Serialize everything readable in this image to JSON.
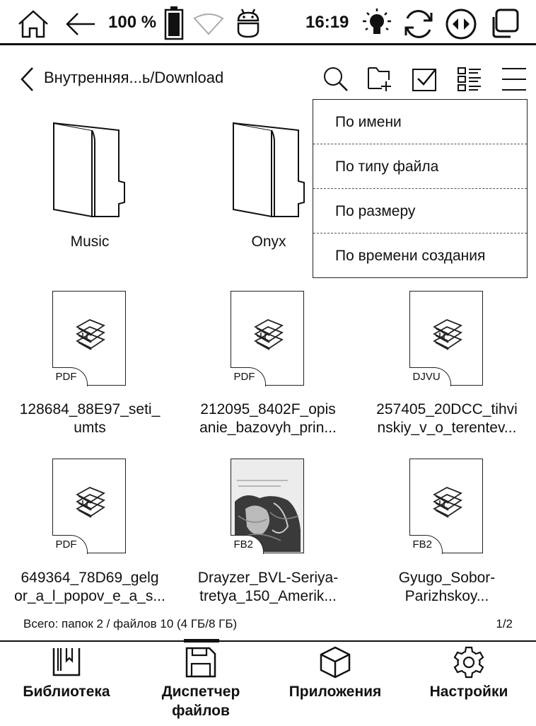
{
  "status_bar": {
    "battery_percent": "100 %",
    "time": "16:19",
    "icons": [
      "home-icon",
      "back-arrow-icon",
      "battery-icon",
      "wifi-icon",
      "android-icon",
      "frontlight-icon",
      "refresh-icon",
      "navigation-icon",
      "multitask-icon"
    ]
  },
  "header": {
    "back_icon": "chevron-left-icon",
    "path": "Внутренняя...ь/Download",
    "toolbar_icons": [
      "search-icon",
      "new-folder-icon",
      "select-icon",
      "view-mode-icon",
      "sort-menu-icon"
    ]
  },
  "sort_menu": {
    "items": [
      "По имени",
      "По типу файла",
      "По размеру",
      "По времени создания"
    ]
  },
  "folders": [
    {
      "name": "Music"
    },
    {
      "name": "Onyx"
    }
  ],
  "files": [
    {
      "line1": "128684_88E97_seti_",
      "line2": "umts",
      "type": "PDF",
      "thumb": "books-icon"
    },
    {
      "line1": "212095_8402F_opis",
      "line2": "anie_bazovyh_prin...",
      "type": "PDF",
      "thumb": "books-icon"
    },
    {
      "line1": "257405_20DCC_tihvi",
      "line2": "nskiy_v_o_terentev...",
      "type": "DJVU",
      "thumb": "books-icon"
    },
    {
      "line1": "649364_78D69_gelg",
      "line2": "or_a_l_popov_e_a_s...",
      "type": "PDF",
      "thumb": "books-icon"
    },
    {
      "line1": "Drayzer_BVL-Seriya-",
      "line2": "tretya_150_Amerik...",
      "type": "FB2",
      "thumb": "cover-image"
    },
    {
      "line1": "Gyugo_Sobor-",
      "line2": "Parizhskoy...",
      "type": "FB2",
      "thumb": "books-icon"
    }
  ],
  "footer": {
    "summary": "Всего: папок 2 / файлов 10 (4 ГБ/8 ГБ)",
    "page": "1/2"
  },
  "bottom_nav": [
    {
      "label": "Библиотека",
      "icon": "library-icon"
    },
    {
      "label_line1": "Диспетчер",
      "label_line2": "файлов",
      "icon": "floppy-disk-icon",
      "active": true
    },
    {
      "label": "Приложения",
      "icon": "apps-cube-icon"
    },
    {
      "label": "Настройки",
      "icon": "settings-gear-icon"
    }
  ]
}
